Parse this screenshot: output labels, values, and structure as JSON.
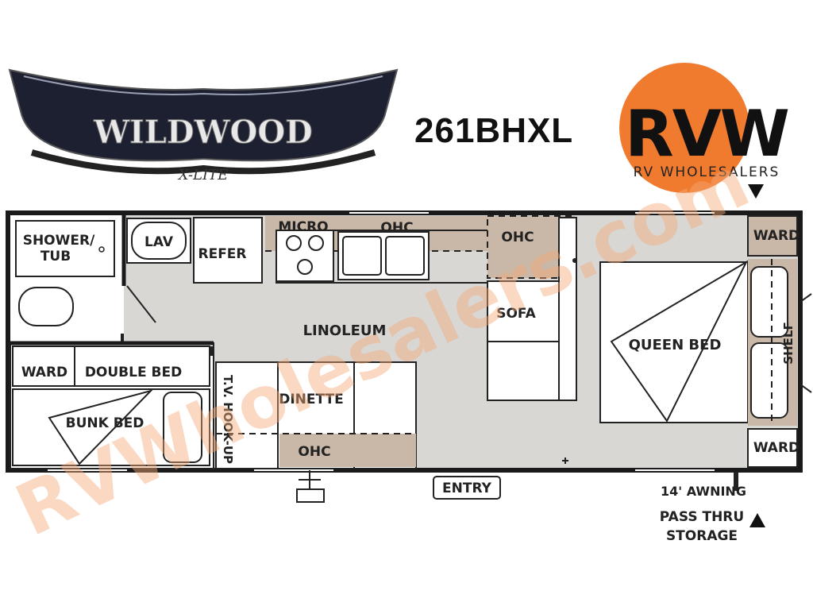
{
  "header": {
    "brand_logo_text": "WILDWOOD",
    "brand_logo_subtext": "X-LITE",
    "model": "261BHXL",
    "dealer_logo_mark": "RVW",
    "dealer_name": "RV WHOLESALERS"
  },
  "watermark": "RVWholesalers.com",
  "floorplan": {
    "rooms": {
      "shower_tub": [
        "SHOWER/",
        "TUB"
      ],
      "lav": "LAV",
      "refer": "REFER",
      "micro": "MICRO",
      "ohc_kitchen": "OHC",
      "ohc_sofa": "OHC",
      "ohc_dinette": "OHC",
      "linoleum": "LINOLEUM",
      "sofa": "SOFA",
      "queen_bed": "QUEEN BED",
      "ward_top_right": "WARD",
      "ward_bottom_right": "WARD",
      "shelf": "SHELF",
      "ward_left": "WARD",
      "double_bed": "DOUBLE BED",
      "bunk_bed": "BUNK BED",
      "tv_hookup": "T.V. HOOK-UP",
      "dinette": "DINETTE"
    },
    "exterior": {
      "entry": "ENTRY",
      "awning": "14' AWNING",
      "pass_thru": [
        "PASS THRU",
        "STORAGE"
      ]
    }
  },
  "colors": {
    "wall": "#1a1a1a",
    "floor": "#d9d7d4",
    "cabinet": "#c9b8a8",
    "dealer_orange": "#f07a2e",
    "watermark": "#f5a878"
  }
}
